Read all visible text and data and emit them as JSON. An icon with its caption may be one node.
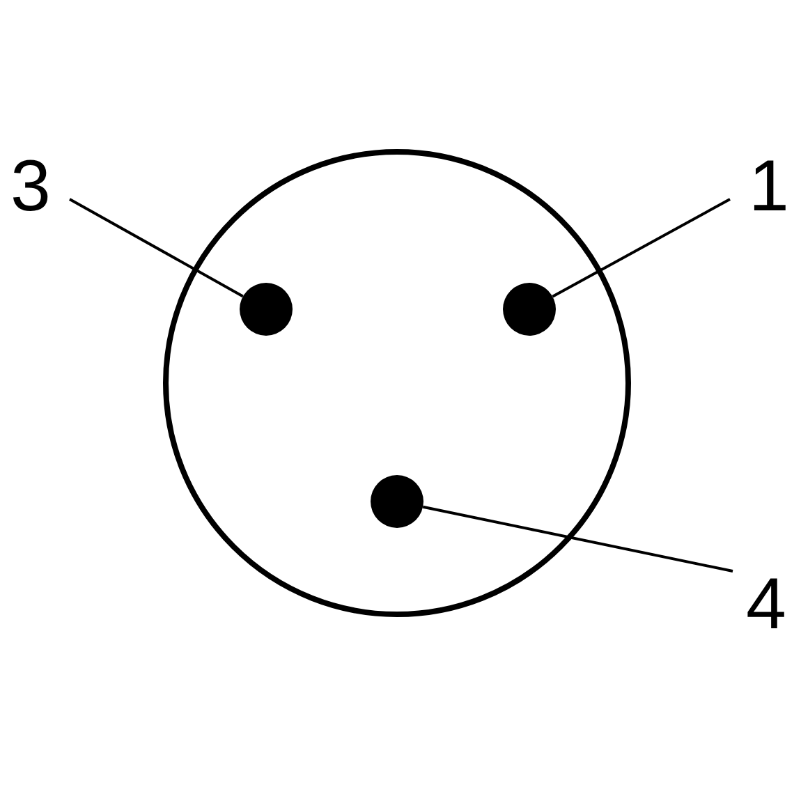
{
  "diagram": {
    "nodes": [
      {
        "text": [],
        "shape": "circle"
      },
      {
        "text": [],
        "shape": "circle",
        "in": 0
      },
      {
        "text": [],
        "shape": "circle",
        "in": 0
      },
      {
        "text": [],
        "shape": "circle",
        "in": 0
      },
      {
        "text": [
          "3"
        ]
      },
      {
        "text": [
          "1"
        ]
      },
      {
        "text": [
          "4"
        ]
      }
    ],
    "edges": [
      {
        "from": 4,
        "to": 1,
        "arrow": "none"
      },
      {
        "from": 5,
        "to": 2,
        "arrow": "none"
      },
      {
        "from": 6,
        "to": 3,
        "arrow": "none"
      }
    ]
  }
}
